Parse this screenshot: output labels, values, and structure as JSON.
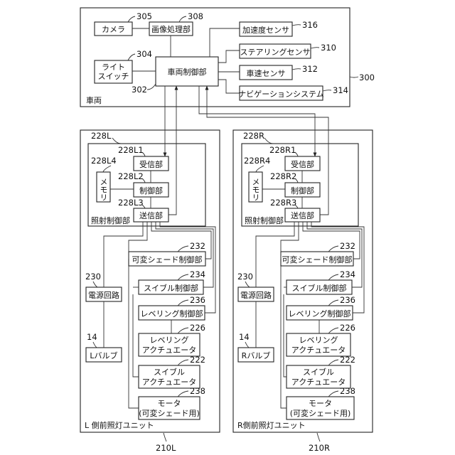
{
  "vehicle": {
    "label": "車両",
    "ref": "300",
    "camera": "カメラ",
    "camera_ref": "305",
    "image_proc": "画像処理部",
    "image_proc_ref": "308",
    "light_switch_l1": "ライト",
    "light_switch_l2": "スイッチ",
    "light_switch_ref": "304",
    "vehicle_ctrl": "車両制御部",
    "vehicle_ctrl_ref": "302",
    "accel": "加速度センサ",
    "accel_ref": "316",
    "steering": "ステアリングセンサ",
    "steering_ref": "310",
    "speed": "車速センサ",
    "speed_ref": "312",
    "nav": "ナビゲーションシステム",
    "nav_ref": "314"
  },
  "left_unit": {
    "label": "L 側前照灯ユニット",
    "ref": "210L",
    "irr_ref": "228L",
    "irr_label": "照射制御部",
    "recv": "受信部",
    "recv_ref": "228L1",
    "ctrl": "制御部",
    "ctrl_ref": "228L2",
    "send": "送信部",
    "send_ref": "228L3",
    "memory": "メモリ",
    "memory_ref": "228L4",
    "power": "電源回路",
    "power_ref": "230",
    "bulb": "Lバルブ",
    "bulb_ref": "14"
  },
  "right_unit": {
    "label": "R側前照灯ユニット",
    "ref": "210R",
    "irr_ref": "228R",
    "irr_label": "照射制御部",
    "recv": "受信部",
    "recv_ref": "228R1",
    "ctrl": "制御部",
    "ctrl_ref": "228R2",
    "send": "送信部",
    "send_ref": "228R3",
    "memory": "メモリ",
    "memory_ref": "228R4",
    "power": "電源回路",
    "power_ref": "230",
    "bulb": "Rバルブ",
    "bulb_ref": "14"
  },
  "common": {
    "shade_ctrl": "可変シェード制御部",
    "shade_ctrl_ref": "232",
    "swivel_ctrl": "スイブル制御部",
    "swivel_ctrl_ref": "234",
    "leveling_ctrl": "レベリング制御部",
    "leveling_ctrl_ref": "236",
    "leveling_act_l1": "レベリング",
    "leveling_act_l2": "アクチュエータ",
    "leveling_act_ref": "226",
    "swivel_act_l1": "スイブル",
    "swivel_act_l2": "アクチュエータ",
    "swivel_act_ref": "222",
    "motor_l1": "モータ",
    "motor_l2": "(可変シェード用)",
    "motor_ref": "238"
  }
}
